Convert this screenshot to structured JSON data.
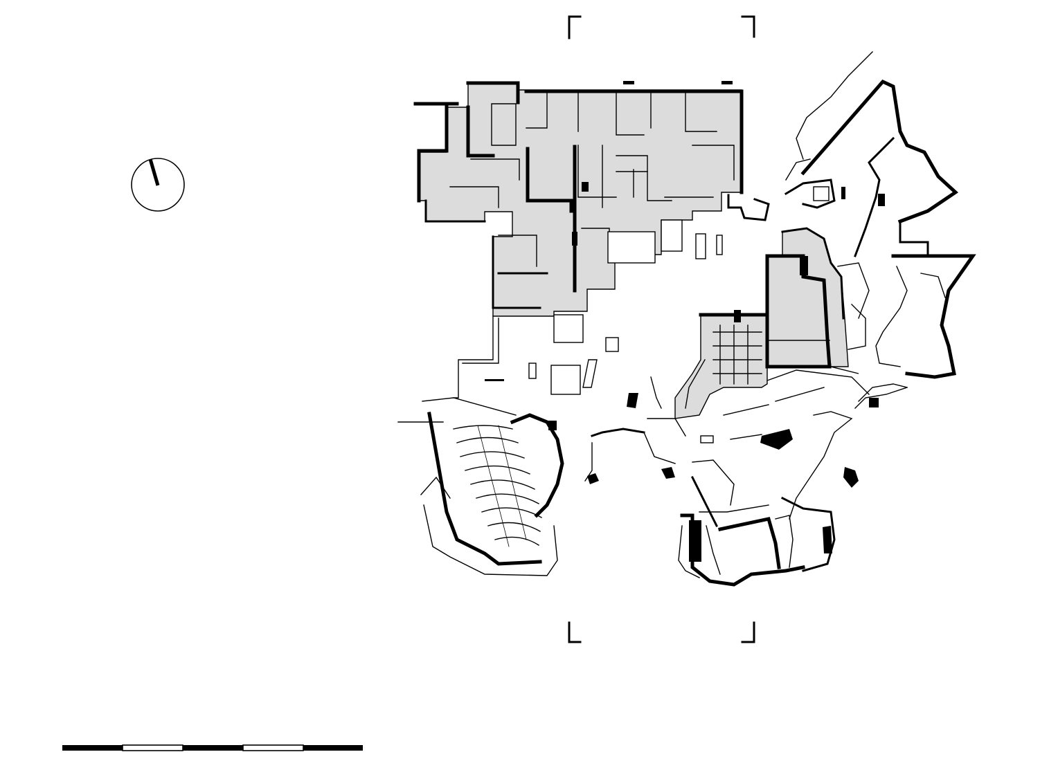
{
  "drawing": {
    "type": "architectural floor plan",
    "colors": {
      "lines": "#000000",
      "built_fill": "#dcdcdc",
      "background": "#ffffff"
    },
    "north_arrow": {
      "icon": "north-arrow-icon"
    },
    "scale_bar": {
      "segments": 5,
      "pattern": [
        "black",
        "white",
        "black",
        "white",
        "black"
      ]
    }
  }
}
